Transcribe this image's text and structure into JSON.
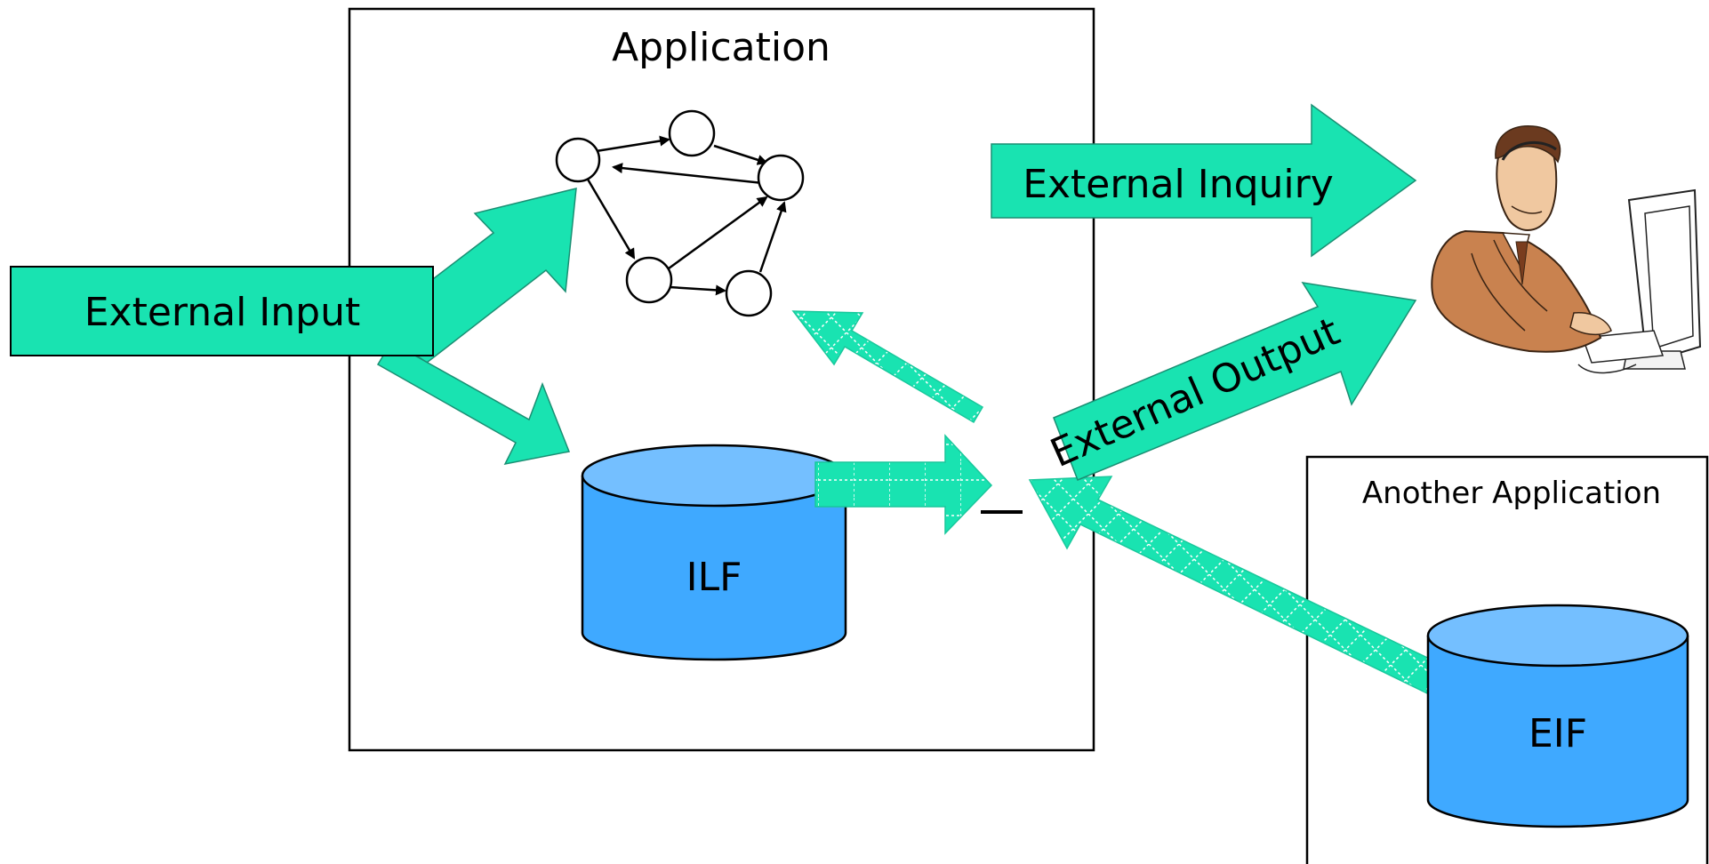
{
  "application_box": {
    "title": "Application"
  },
  "another_application_box": {
    "title": "Another Application"
  },
  "stores": {
    "ilf": {
      "label": "ILF"
    },
    "eif": {
      "label": "EIF"
    }
  },
  "flows": {
    "external_input": {
      "label": "External Input"
    },
    "external_inquiry": {
      "label": "External Inquiry"
    },
    "external_output": {
      "label": "External Output"
    }
  },
  "icons": {
    "user": "user-at-computer-icon",
    "process_graph": "process-graph-icon"
  },
  "colors": {
    "arrow_fill": "#19e3b1",
    "arrow_pattern_line": "#ffffff",
    "store_fill": "#3fa9ff",
    "store_top": "#74bfff",
    "outline": "#000000"
  }
}
